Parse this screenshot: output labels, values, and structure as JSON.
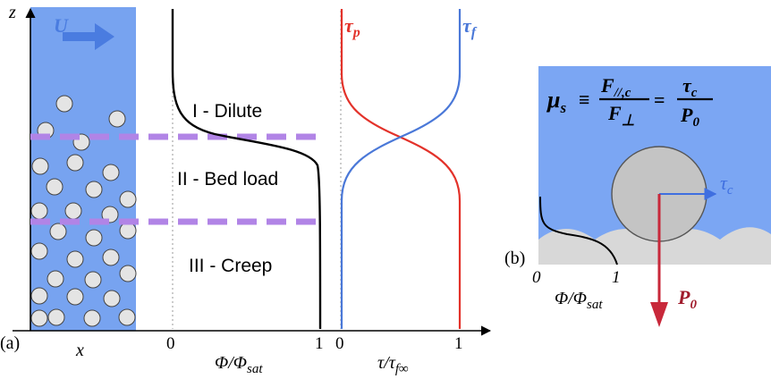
{
  "panel_a": {
    "label": "(a)",
    "axis_z": "z",
    "axis_x": "x",
    "flow_label": "U",
    "zones": [
      "I - Dilute",
      "II - Bed load",
      "III - Creep"
    ],
    "phi_axis": {
      "label_main": "Φ/Φ",
      "label_sub": "sat",
      "tick0": "0",
      "tick1": "1"
    },
    "tau_axis": {
      "label_main": "τ/τ",
      "label_sub": "f∞",
      "tick0": "0",
      "tick1": "1"
    },
    "tau_p_main": "τ",
    "tau_p_sub": "p",
    "tau_f_main": "τ",
    "tau_f_sub": "f"
  },
  "panel_b": {
    "label": "(b)",
    "mu_main": "μ",
    "mu_sub": "s",
    "equiv": "≡",
    "frac1_num_main": "F",
    "frac1_num_sub": "//,c",
    "frac1_den_main": "F",
    "frac1_den_sub": "⊥",
    "equals": "=",
    "frac2_num_main": "τ",
    "frac2_num_sub": "c",
    "frac2_den_main": "P",
    "frac2_den_sub": "0",
    "tau_c_main": "τ",
    "tau_c_sub": "c",
    "p0_main": "P",
    "p0_sub": "0",
    "tick0": "0",
    "tick1": "1",
    "phi_label_main": "Φ/Φ",
    "phi_label_sub": "sat"
  },
  "colors": {
    "fluid": "#7ba6f3",
    "fluid_a": "#77a3f0",
    "grain": "#e4e4e4",
    "bed_cap": "#d8d8d8",
    "zone_line": "#b184e6",
    "tau_p": "#e3322a",
    "tau_f": "#4a78d8",
    "flow_arrow": "#4a7ce0",
    "p0_arrow": "#c8283a",
    "tau_c_arrow": "#3f6fe0",
    "big_grain": "#c4c4c4"
  }
}
